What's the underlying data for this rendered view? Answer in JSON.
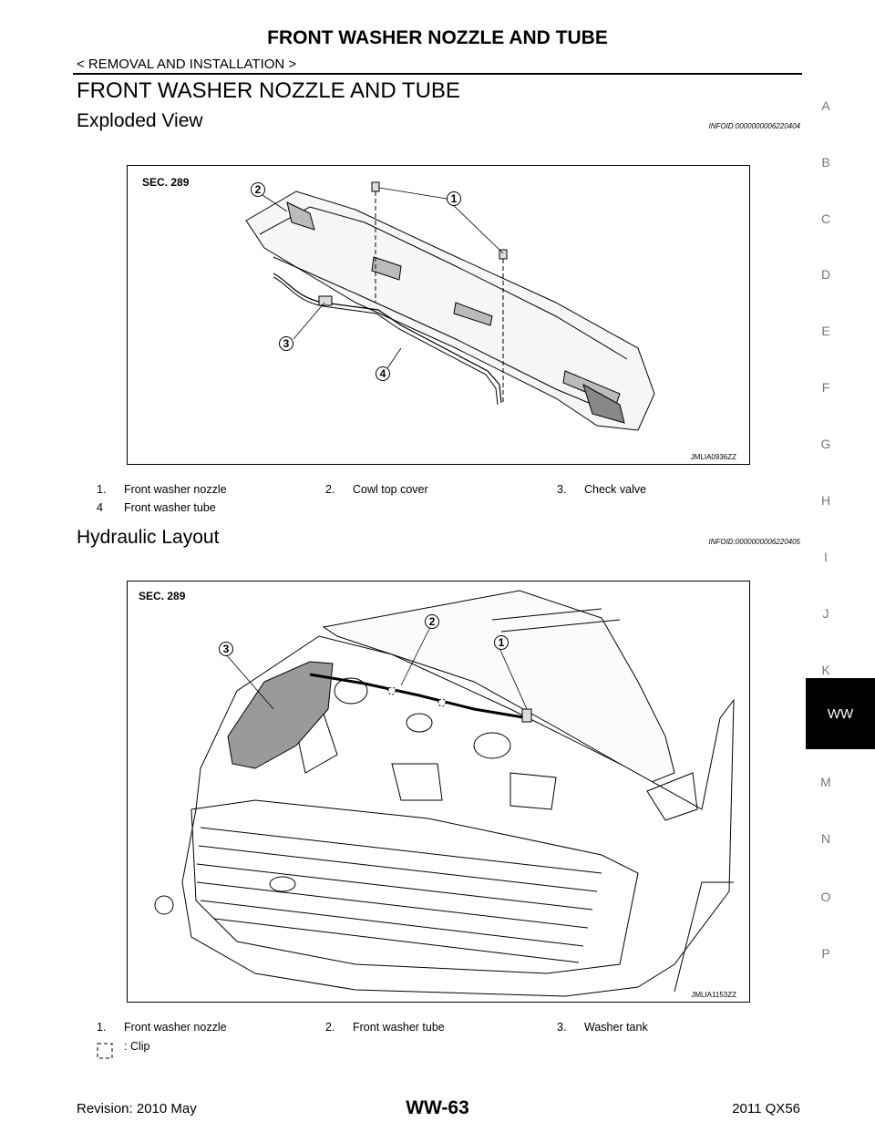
{
  "header": {
    "title": "FRONT WASHER NOZZLE AND TUBE",
    "breadcrumb": "< REMOVAL AND INSTALLATION >"
  },
  "section_title": "FRONT WASHER NOZZLE AND TUBE",
  "exploded_view": {
    "heading": "Exploded View",
    "info_id": "INFOID:0000000006220404",
    "sec_label": "SEC. 289",
    "figure_code": "JMLIA0936ZZ",
    "callouts": [
      "1",
      "2",
      "3",
      "4"
    ],
    "legend": [
      {
        "num": "1.",
        "text": "Front washer nozzle"
      },
      {
        "num": "2.",
        "text": "Cowl top cover"
      },
      {
        "num": "3.",
        "text": "Check valve"
      },
      {
        "num": "4",
        "text": "Front washer tube"
      }
    ]
  },
  "hydraulic_layout": {
    "heading": "Hydraulic Layout",
    "info_id": "INFOID:0000000006220405",
    "sec_label": "SEC. 289",
    "figure_code": "JMLIA1153ZZ",
    "callouts": [
      "1",
      "2",
      "3"
    ],
    "legend": [
      {
        "num": "1.",
        "text": "Front washer nozzle"
      },
      {
        "num": "2.",
        "text": "Front washer tube"
      },
      {
        "num": "3.",
        "text": "Washer tank"
      }
    ],
    "clip_label": ": Clip"
  },
  "side_index": {
    "letters": [
      "A",
      "B",
      "C",
      "D",
      "E",
      "F",
      "G",
      "H",
      "I",
      "J",
      "K",
      "M",
      "N",
      "O",
      "P"
    ],
    "active_tab": "WW"
  },
  "footer": {
    "revision": "Revision: 2010 May",
    "page": "WW-63",
    "model": "2011 QX56"
  }
}
